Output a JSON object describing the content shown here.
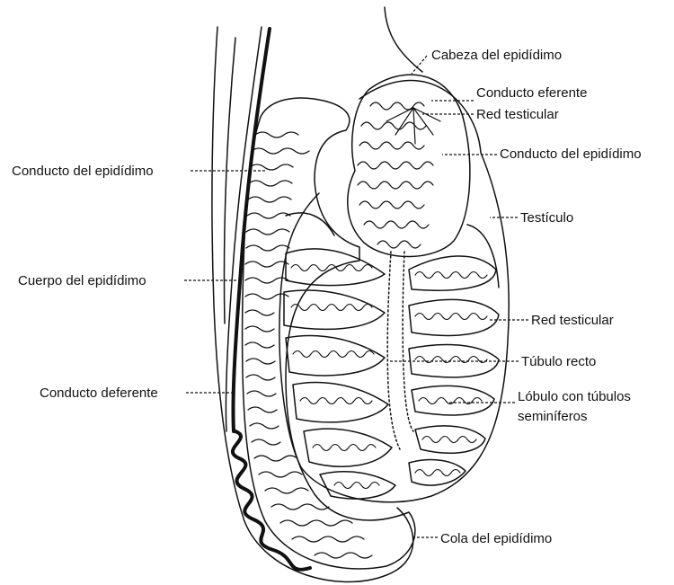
{
  "labels": {
    "cabeza_epididimo": "Cabeza del epidídimo",
    "conducto_eferente": "Conducto eferente",
    "red_testicular_top": "Red testicular",
    "conducto_epididimo_right": "Conducto del epidídimo",
    "testiculo": "Testículo",
    "red_testicular_mid": "Red testicular",
    "tubulo_recto": "Túbulo recto",
    "lobulo_line1": "Lóbulo con túbulos",
    "lobulo_line2": "seminíferos",
    "cola_epididimo": "Cola del epidídimo",
    "conducto_epididimo_left": "Conducto del epidídimo",
    "cuerpo_epididimo": "Cuerpo del epidídimo",
    "conducto_deferente": "Conducto deferente"
  },
  "colors": {
    "ink": "#111111",
    "background": "#ffffff"
  }
}
